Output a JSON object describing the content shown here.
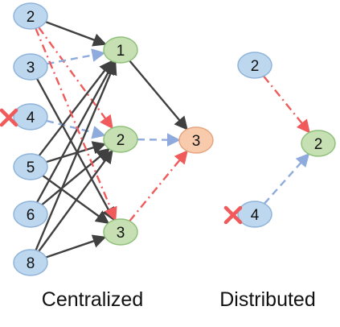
{
  "colors": {
    "input_fill": "#bdd7ee",
    "input_stroke": "#8fb3da",
    "middle_fill": "#c6e0b4",
    "middle_stroke": "#8fc07a",
    "output_fill": "#f8cbad",
    "output_stroke": "#e6a57e",
    "solid_edge": "#404040",
    "dashed_blue": "#8faadc",
    "dashdot_red": "#f05a5a",
    "cross": "#f05a5a"
  },
  "icons": {
    "failed_node_marker": "x-cross-icon"
  },
  "centralized": {
    "caption": "Centralized",
    "inputs": [
      {
        "id": "c-in-2",
        "label": "2",
        "failed": false
      },
      {
        "id": "c-in-3",
        "label": "3",
        "failed": false
      },
      {
        "id": "c-in-4",
        "label": "4",
        "failed": true
      },
      {
        "id": "c-in-5",
        "label": "5",
        "failed": false
      },
      {
        "id": "c-in-6",
        "label": "6",
        "failed": false
      },
      {
        "id": "c-in-8",
        "label": "8",
        "failed": false
      }
    ],
    "aggregators": [
      {
        "id": "c-mid-1",
        "label": "1"
      },
      {
        "id": "c-mid-2",
        "label": "2"
      },
      {
        "id": "c-mid-3",
        "label": "3"
      }
    ],
    "output": {
      "id": "c-out-3",
      "label": "3"
    }
  },
  "distributed": {
    "caption": "Distributed",
    "inputs": [
      {
        "id": "d-in-2",
        "label": "2",
        "failed": false
      },
      {
        "id": "d-in-4",
        "label": "4",
        "failed": true
      }
    ],
    "output": {
      "id": "d-out-2",
      "label": "2"
    }
  }
}
